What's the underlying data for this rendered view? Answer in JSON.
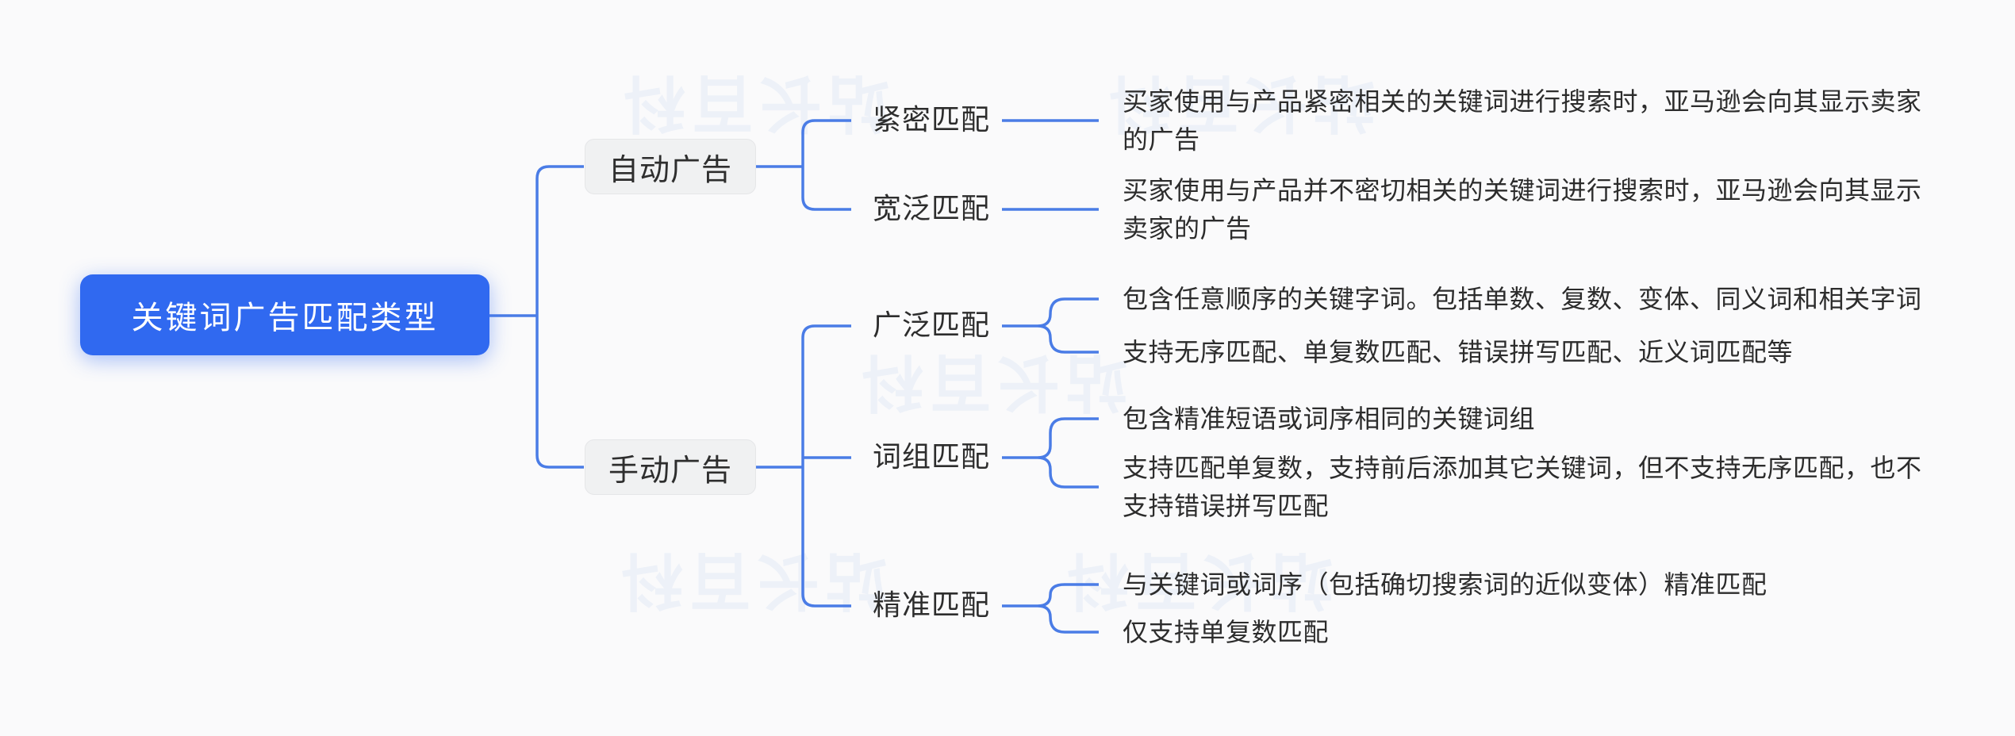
{
  "root": {
    "label": "关键词广告匹配类型"
  },
  "branches": [
    {
      "label": "自动广告",
      "children": [
        {
          "label": "紧密匹配",
          "descriptions": [
            "买家使用与产品紧密相关的关键词进行搜索时，亚马逊会向其显示卖家的广告"
          ]
        },
        {
          "label": "宽泛匹配",
          "descriptions": [
            "买家使用与产品并不密切相关的关键词进行搜索时，亚马逊会向其显示卖家的广告"
          ]
        }
      ]
    },
    {
      "label": "手动广告",
      "children": [
        {
          "label": "广泛匹配",
          "descriptions": [
            "包含任意顺序的关键字词。包括单数、复数、变体、同义词和相关字词",
            "支持无序匹配、单复数匹配、错误拼写匹配、近义词匹配等"
          ]
        },
        {
          "label": "词组匹配",
          "descriptions": [
            "包含精准短语或词序相同的关键词组",
            "支持匹配单复数，支持前后添加其它关键词，但不支持无序匹配，也不支持错误拼写匹配"
          ]
        },
        {
          "label": "精准匹配",
          "descriptions": [
            "与关键词或词序（包括确切搜索词的近似变体）精准匹配",
            "仅支持单复数匹配"
          ]
        }
      ]
    }
  ],
  "watermark": {
    "text": "站长百科"
  },
  "colors": {
    "accent": "#3069f0",
    "line": "#4a7ce6",
    "branch_bg": "#f0f1f2",
    "text": "#2c2c2c",
    "watermark": "#edf1f8",
    "background": "#fafafb"
  }
}
